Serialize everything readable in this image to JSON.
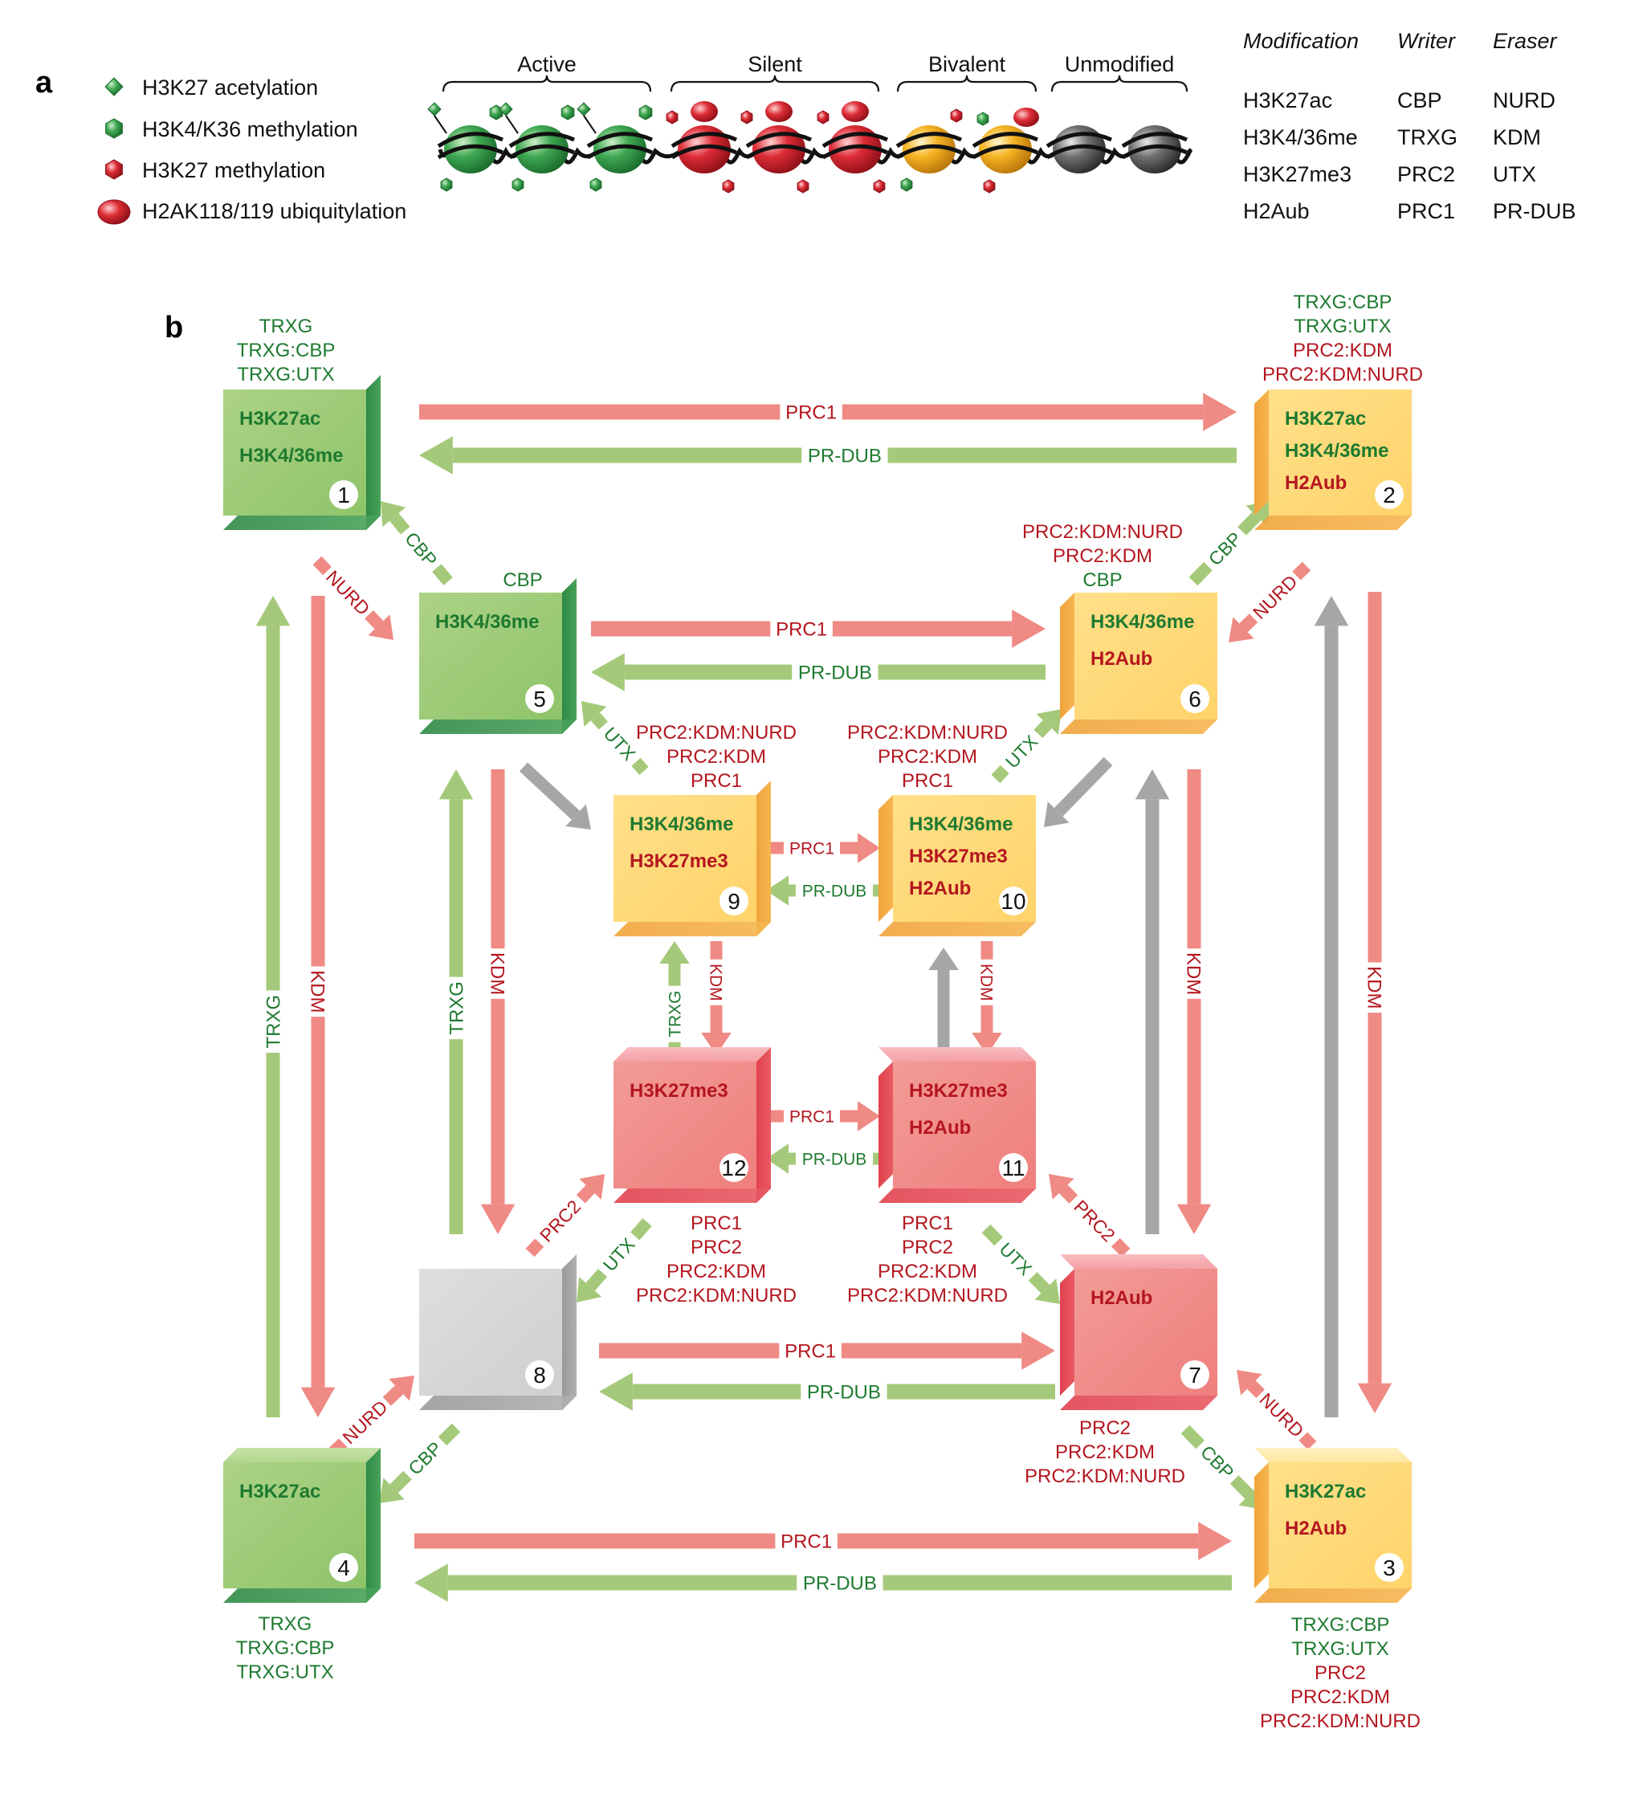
{
  "panel_a": {
    "label": "a",
    "legend": [
      {
        "text": "H3K27 acetylation",
        "shape": "diamond-icon",
        "color": "#3aa04b"
      },
      {
        "text": "H3K4/K36  methylation",
        "shape": "hexagon-icon",
        "color": "#3aa04b"
      },
      {
        "text": "H3K27 methylation",
        "shape": "hexagon-icon",
        "color": "#d9323f"
      },
      {
        "text": "H2AK118/119 ubiquitylation",
        "shape": "ellipse-icon",
        "color": "#d9323f"
      }
    ],
    "groups": [
      "Active",
      "Silent",
      "Bivalent",
      "Unmodified"
    ],
    "table": {
      "headers": [
        "Modification",
        "Writer",
        "Eraser"
      ],
      "rows": [
        [
          "H3K27ac",
          "CBP",
          "NURD"
        ],
        [
          "H3K4/36me",
          "TRXG",
          "KDM"
        ],
        [
          "H3K27me3",
          "PRC2",
          "UTX"
        ],
        [
          "H2Aub",
          "PRC1",
          "PR-DUB"
        ]
      ]
    }
  },
  "panel_b": {
    "label": "b",
    "states": [
      {
        "id": "1",
        "marks": [
          "H3K27ac",
          "H3K4/36me"
        ],
        "color": "green"
      },
      {
        "id": "2",
        "marks": [
          "H3K27ac",
          "H3K4/36me",
          "H2Aub"
        ],
        "color": "yellow"
      },
      {
        "id": "3",
        "marks": [
          "H3K27ac",
          "H2Aub"
        ],
        "color": "yellow"
      },
      {
        "id": "4",
        "marks": [
          "H3K27ac"
        ],
        "color": "green"
      },
      {
        "id": "5",
        "marks": [
          "H3K4/36me"
        ],
        "color": "green"
      },
      {
        "id": "6",
        "marks": [
          "H3K4/36me",
          "H2Aub"
        ],
        "color": "yellow"
      },
      {
        "id": "7",
        "marks": [
          "H2Aub"
        ],
        "color": "red"
      },
      {
        "id": "8",
        "marks": [],
        "color": "grey"
      },
      {
        "id": "9",
        "marks": [
          "H3K4/36me",
          "H3K27me3"
        ],
        "color": "yellow"
      },
      {
        "id": "10",
        "marks": [
          "H3K4/36me",
          "H3K27me3",
          "H2Aub"
        ],
        "color": "yellow"
      },
      {
        "id": "11",
        "marks": [
          "H3K27me3",
          "H2Aub"
        ],
        "color": "red"
      },
      {
        "id": "12",
        "marks": [
          "H3K27me3"
        ],
        "color": "red"
      }
    ],
    "transitions": {
      "prc1": "PRC1",
      "prdub": "PR-DUB",
      "trxg": "TRXG",
      "kdm": "KDM",
      "cbp": "CBP",
      "nurd": "NURD",
      "utx": "UTX",
      "prc2": "PRC2"
    },
    "annotations": {
      "s1": [
        {
          "t": "TRXG",
          "c": "green"
        },
        {
          "t": "TRXG:CBP",
          "c": "green"
        },
        {
          "t": "TRXG:UTX",
          "c": "green"
        }
      ],
      "s2": [
        {
          "t": "TRXG:CBP",
          "c": "green"
        },
        {
          "t": "TRXG:UTX",
          "c": "green"
        },
        {
          "t": "PRC2:KDM",
          "c": "red"
        },
        {
          "t": "PRC2:KDM:NURD",
          "c": "red"
        }
      ],
      "s3": [
        {
          "t": "TRXG:CBP",
          "c": "green"
        },
        {
          "t": "TRXG:UTX",
          "c": "green"
        },
        {
          "t": "PRC2",
          "c": "red"
        },
        {
          "t": "PRC2:KDM",
          "c": "red"
        },
        {
          "t": "PRC2:KDM:NURD",
          "c": "red"
        }
      ],
      "s4": [
        {
          "t": "TRXG",
          "c": "green"
        },
        {
          "t": "TRXG:CBP",
          "c": "green"
        },
        {
          "t": "TRXG:UTX",
          "c": "green"
        }
      ],
      "s5": [
        {
          "t": "CBP",
          "c": "green"
        }
      ],
      "s6": [
        {
          "t": "PRC2:KDM:NURD",
          "c": "red"
        },
        {
          "t": "PRC2:KDM",
          "c": "red"
        },
        {
          "t": "CBP",
          "c": "green"
        }
      ],
      "s9": [
        {
          "t": "PRC2:KDM:NURD",
          "c": "red"
        },
        {
          "t": "PRC2:KDM",
          "c": "red"
        },
        {
          "t": "PRC1",
          "c": "red"
        }
      ],
      "s10": [
        {
          "t": "PRC2:KDM:NURD",
          "c": "red"
        },
        {
          "t": "PRC2:KDM",
          "c": "red"
        },
        {
          "t": "PRC1",
          "c": "red"
        }
      ],
      "s12": [
        {
          "t": "PRC1",
          "c": "red"
        },
        {
          "t": "PRC2",
          "c": "red"
        },
        {
          "t": "PRC2:KDM",
          "c": "red"
        },
        {
          "t": "PRC2:KDM:NURD",
          "c": "red"
        }
      ],
      "s11": [
        {
          "t": "PRC1",
          "c": "red"
        },
        {
          "t": "PRC2",
          "c": "red"
        },
        {
          "t": "PRC2:KDM",
          "c": "red"
        },
        {
          "t": "PRC2:KDM:NURD",
          "c": "red"
        }
      ],
      "s7": [
        {
          "t": "PRC2",
          "c": "red"
        },
        {
          "t": "PRC2:KDM",
          "c": "red"
        },
        {
          "t": "PRC2:KDM:NURD",
          "c": "red"
        }
      ]
    }
  },
  "colors": {
    "text_green": "#1e7a30",
    "text_red": "#b4161f",
    "arrow_red": "#ef8a84",
    "arrow_green": "#a5c97a",
    "arrow_grey": "#a6a6a6"
  }
}
